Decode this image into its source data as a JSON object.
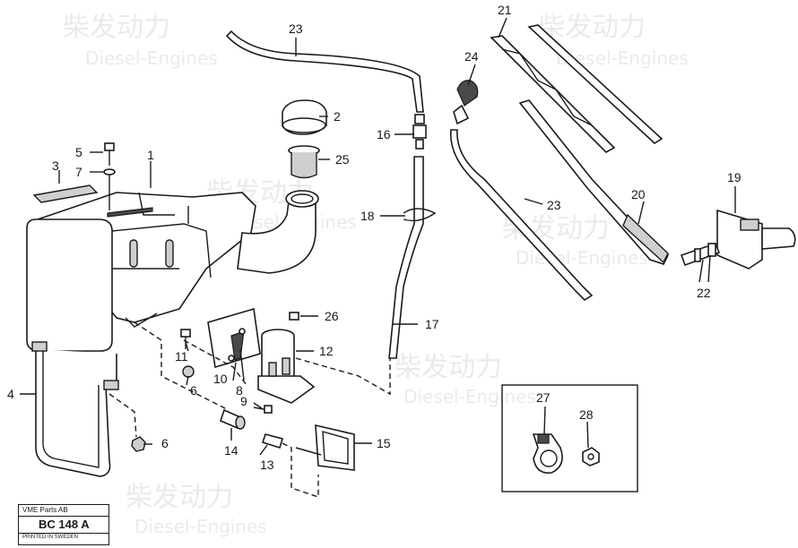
{
  "watermark": {
    "cn": "柴发动力",
    "en": "Diesel-Engines"
  },
  "title_block": {
    "company": "VME Parts AB",
    "code": "BC 148 A",
    "printed": "PRINTED IN SWEDEN"
  },
  "callouts": {
    "p1": "1",
    "p2": "2",
    "p3": "3",
    "p4": "4",
    "p5": "5",
    "p6a": "6",
    "p6b": "6",
    "p7": "7",
    "p8": "8",
    "p9": "9",
    "p10": "10",
    "p11": "11",
    "p12": "12",
    "p13": "13",
    "p14": "14",
    "p15": "15",
    "p16": "16",
    "p17": "17",
    "p18": "18",
    "p19": "19",
    "p20": "20",
    "p21": "21",
    "p22": "22",
    "p23a": "23",
    "p23b": "23",
    "p24": "24",
    "p25": "25",
    "p26": "26",
    "p27": "27",
    "p28": "28"
  }
}
